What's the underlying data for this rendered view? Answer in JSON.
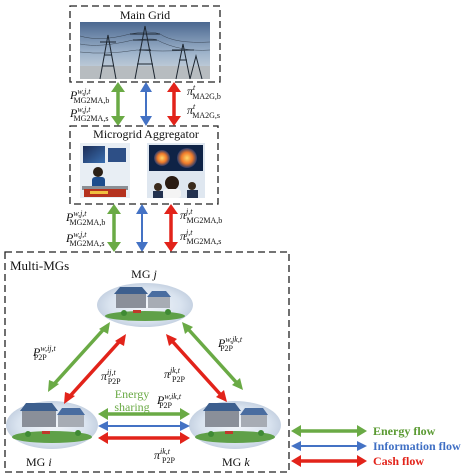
{
  "main_grid": {
    "title": "Main Grid"
  },
  "aggregator": {
    "title": "Microgrid Aggregator"
  },
  "multi_mgs": {
    "title": "Multi-MGs"
  },
  "grid_link": {
    "left_top": {
      "base": "P",
      "sup": "w,j,t",
      "sub": "MG2MA,b"
    },
    "left_bottom": {
      "base": "P",
      "sup": "w,j,t",
      "sub": "MG2MA,s"
    },
    "right_top": {
      "base": "π",
      "sup": "t",
      "sub": "MA2G,b"
    },
    "right_bottom": {
      "base": "π",
      "sup": "t",
      "sub": "MA2G,s"
    }
  },
  "agg_link": {
    "left_top": {
      "base": "P",
      "sup": "w,j,t",
      "sub": "MG2MA,b"
    },
    "left_bottom": {
      "base": "P",
      "sup": "w,j,t",
      "sub": "MG2MA,s"
    },
    "right_top": {
      "base": "π",
      "sup": "j,t",
      "sub": "MG2MA,b"
    },
    "right_bottom": {
      "base": "π",
      "sup": "j,t",
      "sub": "MG2MA,s"
    }
  },
  "microgrids": {
    "j": {
      "prefix": "MG",
      "id": "j"
    },
    "i": {
      "prefix": "MG",
      "id": "i"
    },
    "k": {
      "prefix": "MG",
      "id": "k"
    }
  },
  "p2p": {
    "ij_power": {
      "base": "P",
      "sup": "w,ij,t",
      "sub": "P2P"
    },
    "ij_price": {
      "base": "π",
      "sup": "ij,t",
      "sub": "P2P"
    },
    "jk_power": {
      "base": "P",
      "sup": "w,jk,t",
      "sub": "P2P"
    },
    "jk_price": {
      "base": "π",
      "sup": "jk,t",
      "sub": "P2P"
    },
    "ik_power": {
      "base": "P",
      "sup": "w,ik,t",
      "sub": "P2P"
    },
    "ik_price": {
      "base": "π",
      "sup": "ik,t",
      "sub": "P2P"
    },
    "sharing_line1": "Energy",
    "sharing_line2": "sharing"
  },
  "legend": {
    "energy": "Energy flow",
    "information": "Information flow",
    "cash": "Cash flow"
  },
  "colors": {
    "energy": "#6aaa45",
    "information": "#4472c4",
    "cash": "#e2231a",
    "energy_text": "#5a9a32",
    "information_text": "#3f6fc4",
    "cash_text": "#e2231a",
    "sharing_text": "#6aaa45"
  }
}
